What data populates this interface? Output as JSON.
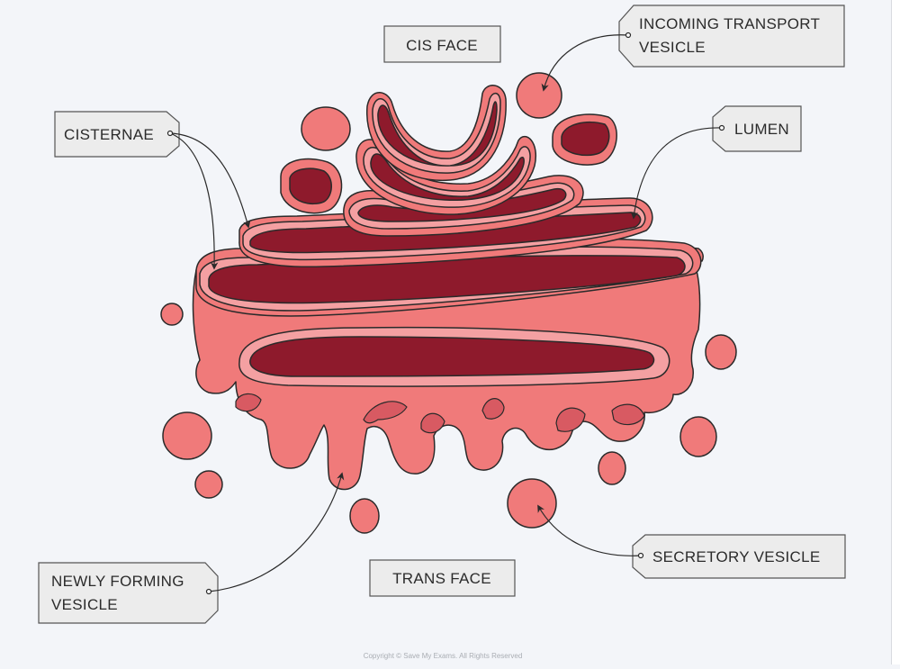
{
  "labels": {
    "cis_face": "CIS FACE",
    "incoming_line1": "INCOMING TRANSPORT",
    "incoming_line2": "VESICLE",
    "lumen": "LUMEN",
    "cisternae": "CISTERNAE",
    "trans_face": "TRANS FACE",
    "secretory_vesicle": "SECRETORY VESICLE",
    "newly_forming_line1": "NEWLY FORMING",
    "newly_forming_line2": "VESICLE"
  },
  "copyright": "Copyright © Save My Exams. All Rights Reserved",
  "colors": {
    "membrane": "#f07a7a",
    "membrane_light": "#f4a0a2",
    "lumen": "#8e1a2c",
    "outline": "#2a2a2a",
    "label_fill": "#ececec",
    "background": "#f3f5f9"
  }
}
